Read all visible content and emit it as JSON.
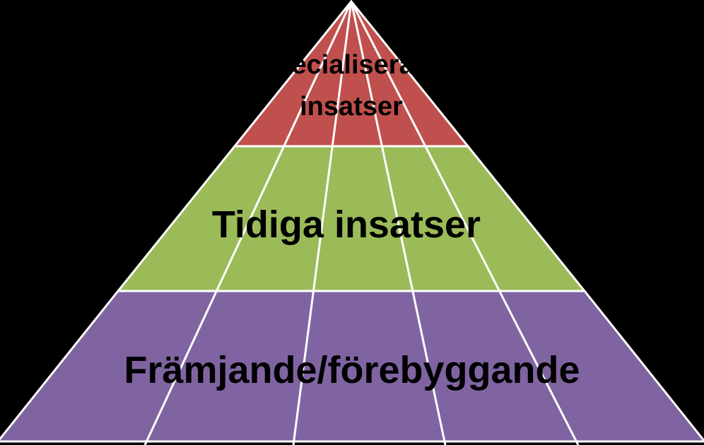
{
  "diagram": {
    "background": "#000000",
    "line_color": "#FFFFFF",
    "tiers": [
      {
        "name": "top",
        "lines": [
          "Specialiserade",
          "insatser"
        ],
        "color": "#C0504D"
      },
      {
        "name": "middle",
        "lines": [
          "Tidiga insatser"
        ],
        "color": "#9BBB59"
      },
      {
        "name": "bottom",
        "lines": [
          "Främjande/förebyggande"
        ],
        "color": "#8064A2"
      }
    ]
  }
}
